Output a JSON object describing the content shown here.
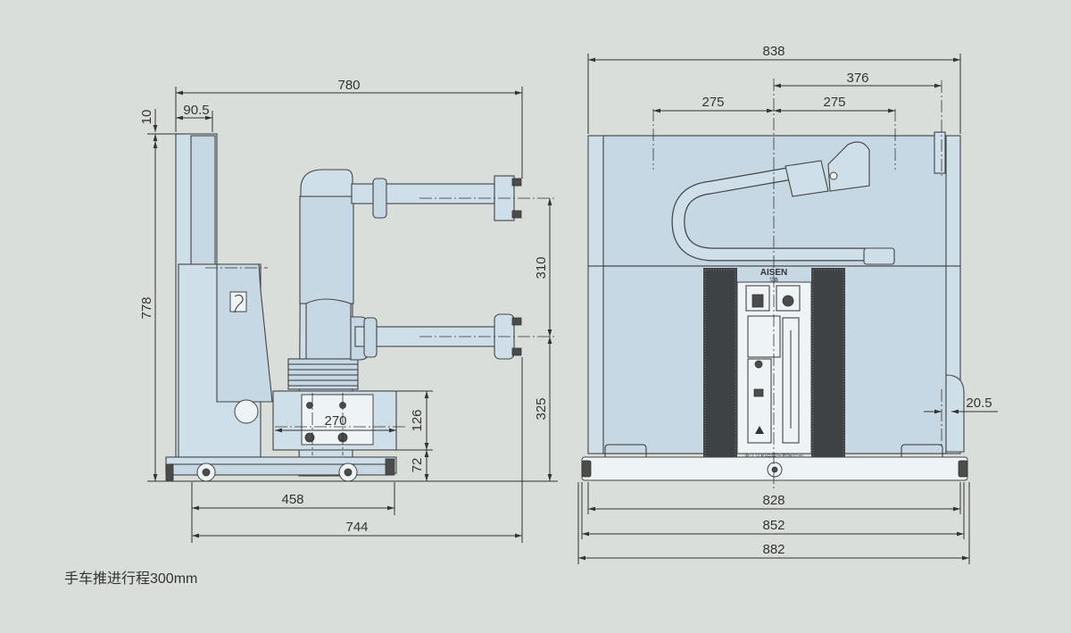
{
  "note": "手车推进行程300mm",
  "side_view": {
    "dims": {
      "top_total": "780",
      "top_offset": "90.5",
      "top_gap": "10",
      "height_total": "778",
      "contact_spacing": "310",
      "lower_contact_height": "325",
      "base_width": "270",
      "base_height": "126",
      "wheel_height": "72",
      "rail_span": "458",
      "depth_total": "744"
    }
  },
  "front_view": {
    "dims": {
      "overall_top": "838",
      "right_span": "376",
      "phase_left": "275",
      "phase_right": "275",
      "side_offset": "20.5",
      "base_828": "828",
      "base_852": "852",
      "base_882": "882"
    },
    "logo": "AISEN",
    "logo_sub": "艾森",
    "company": "浙江艾利森电气有限公司"
  },
  "colors": {
    "background": "#d9dedb",
    "body": "#cfdfe9",
    "line": "#333333"
  }
}
